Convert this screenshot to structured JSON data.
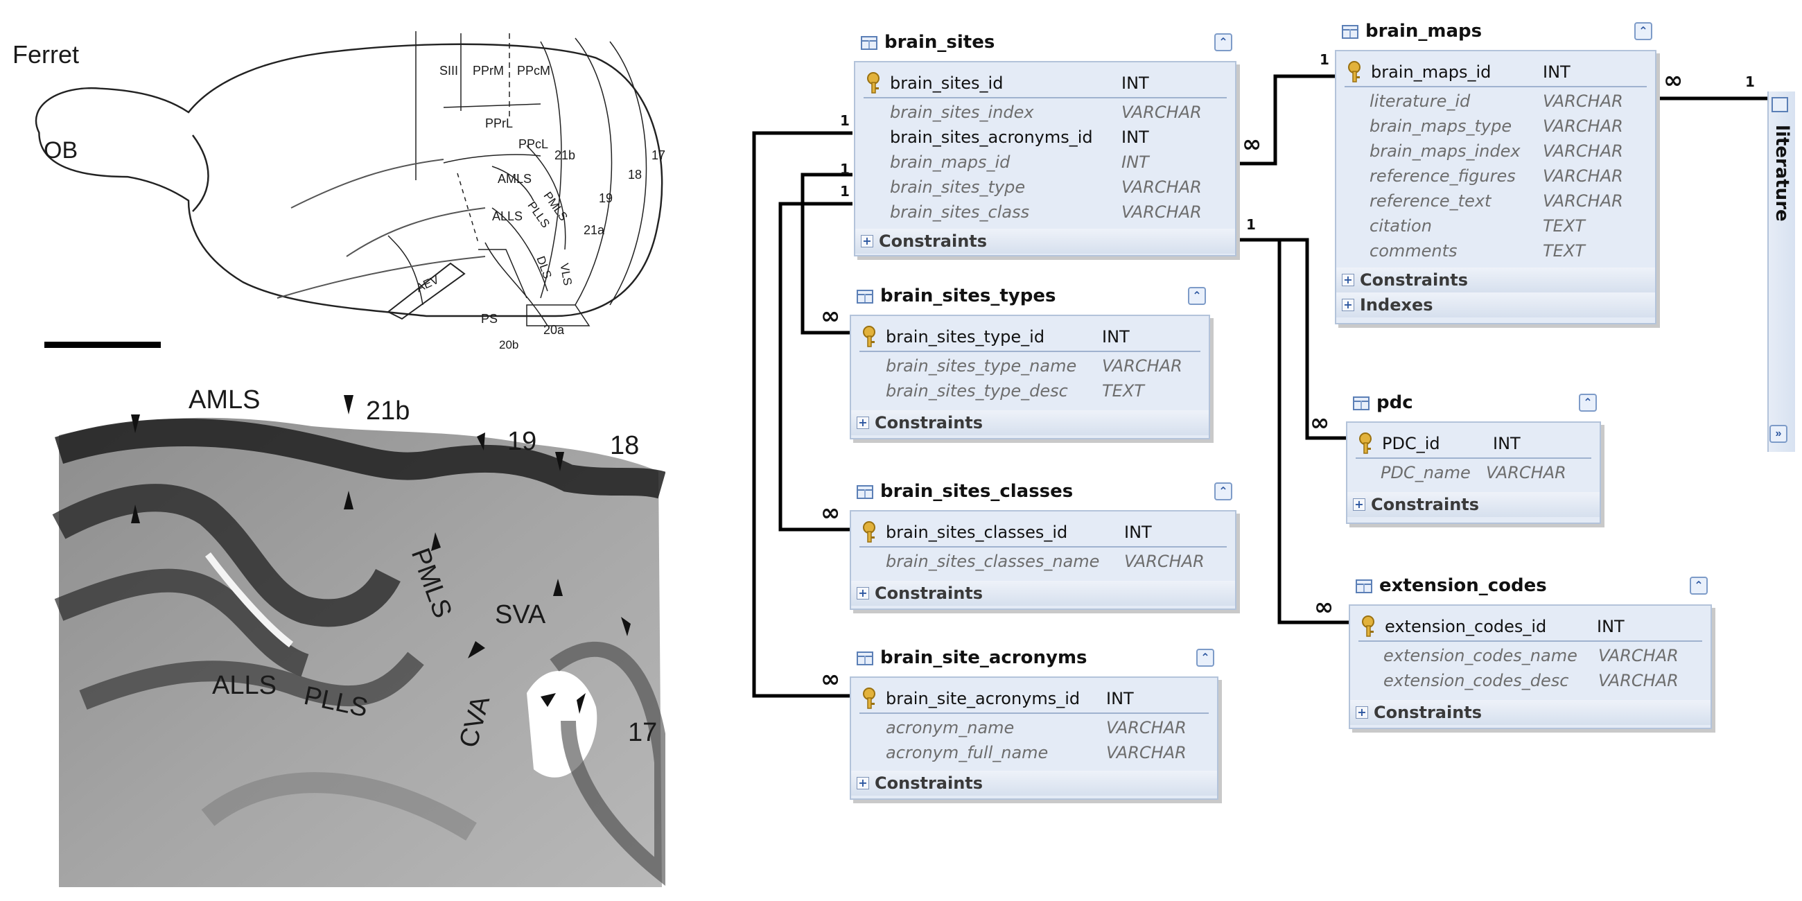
{
  "figure": {
    "species_label": "Ferret",
    "outline_labels": [
      "OB",
      "SIII",
      "PPrM",
      "PPcM",
      "PPrL",
      "PPcL",
      "21b",
      "17",
      "18",
      "19",
      "AMLS",
      "PMLS",
      "ALLS",
      "PLLS",
      "21a",
      "DLS",
      "VLS",
      "AEV",
      "PS",
      "20b",
      "20a"
    ],
    "section_labels": [
      "AMLS",
      "21b",
      "19",
      "18",
      "PMLS",
      "SVA",
      "ALLS",
      "PLLS",
      "CVA",
      "17"
    ]
  },
  "er_diagram": {
    "tables": [
      {
        "name": "brain_sites",
        "primary_key": {
          "name": "brain_sites_id",
          "type": "INT"
        },
        "columns": [
          {
            "name": "brain_sites_index",
            "type": "VARCHAR",
            "style": "fk"
          },
          {
            "name": "brain_sites_acronyms_id",
            "type": "INT",
            "style": "plain"
          },
          {
            "name": "brain_maps_id",
            "type": "INT",
            "style": "fk"
          },
          {
            "name": "brain_sites_type",
            "type": "VARCHAR",
            "style": "fk"
          },
          {
            "name": "brain_sites_class",
            "type": "VARCHAR",
            "style": "fk"
          }
        ],
        "sections": [
          "Constraints"
        ]
      },
      {
        "name": "brain_maps",
        "primary_key": {
          "name": "brain_maps_id",
          "type": "INT"
        },
        "columns": [
          {
            "name": "literature_id",
            "type": "VARCHAR",
            "style": "fk"
          },
          {
            "name": "brain_maps_type",
            "type": "VARCHAR",
            "style": "fk"
          },
          {
            "name": "brain_maps_index",
            "type": "VARCHAR",
            "style": "fk"
          },
          {
            "name": "reference_figures",
            "type": "VARCHAR",
            "style": "fk"
          },
          {
            "name": "reference_text",
            "type": "VARCHAR",
            "style": "fk"
          },
          {
            "name": "citation",
            "type": "TEXT",
            "style": "fk"
          },
          {
            "name": "comments",
            "type": "TEXT",
            "style": "fk"
          }
        ],
        "sections": [
          "Constraints",
          "Indexes"
        ]
      },
      {
        "name": "brain_sites_types",
        "primary_key": {
          "name": "brain_sites_type_id",
          "type": "INT"
        },
        "columns": [
          {
            "name": "brain_sites_type_name",
            "type": "VARCHAR",
            "style": "fk"
          },
          {
            "name": "brain_sites_type_desc",
            "type": "TEXT",
            "style": "fk"
          }
        ],
        "sections": [
          "Constraints"
        ]
      },
      {
        "name": "pdc",
        "primary_key": {
          "name": "PDC_id",
          "type": "INT"
        },
        "columns": [
          {
            "name": "PDC_name",
            "type": "VARCHAR",
            "style": "fk"
          }
        ],
        "sections": [
          "Constraints"
        ]
      },
      {
        "name": "brain_sites_classes",
        "primary_key": {
          "name": "brain_sites_classes_id",
          "type": "INT"
        },
        "columns": [
          {
            "name": "brain_sites_classes_name",
            "type": "VARCHAR",
            "style": "fk"
          }
        ],
        "sections": [
          "Constraints"
        ]
      },
      {
        "name": "extension_codes",
        "primary_key": {
          "name": "extension_codes_id",
          "type": "INT"
        },
        "columns": [
          {
            "name": "extension_codes_name",
            "type": "VARCHAR",
            "style": "fk"
          },
          {
            "name": "extension_codes_desc",
            "type": "VARCHAR",
            "style": "fk"
          }
        ],
        "sections": [
          "Constraints"
        ]
      },
      {
        "name": "brain_site_acronyms",
        "primary_key": {
          "name": "brain_site_acronyms_id",
          "type": "INT"
        },
        "columns": [
          {
            "name": "acronym_name",
            "type": "VARCHAR",
            "style": "fk"
          },
          {
            "name": "acronym_full_name",
            "type": "VARCHAR",
            "style": "fk"
          }
        ],
        "sections": [
          "Constraints"
        ]
      }
    ],
    "collapsed_table": "literature",
    "cardinality": {
      "one": "1",
      "many": "∞"
    },
    "icons": {
      "table": "table-icon",
      "key": "primary-key-icon",
      "collapse": "collapse-up-icon",
      "expand": "expand-right-icon",
      "section": "plus-box-icon"
    }
  }
}
